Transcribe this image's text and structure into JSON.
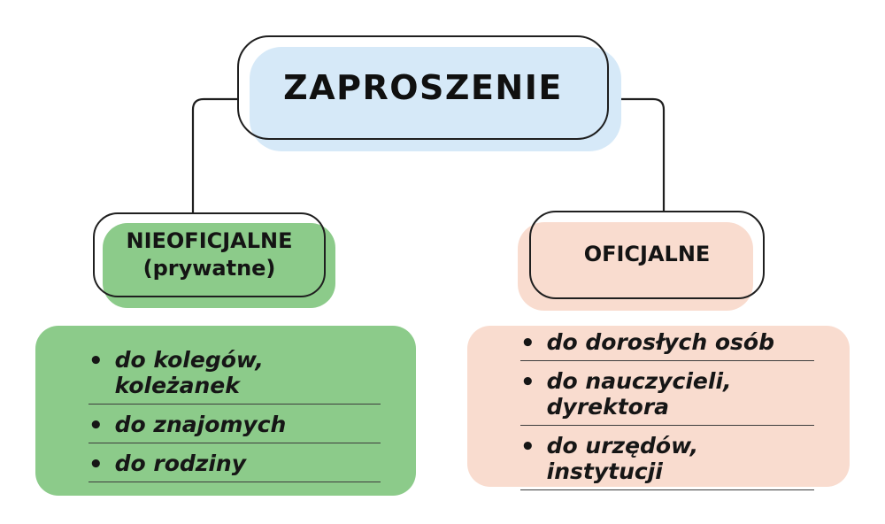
{
  "root": {
    "label": "ZAPROSZENIE"
  },
  "branches": [
    {
      "id": "nieoficjalne",
      "label_line1": "NIEOFICJALNE",
      "label_line2": "(prywatne)",
      "items": [
        "do kolegów, koleżanek",
        "do znajomych",
        "do rodziny"
      ]
    },
    {
      "id": "oficjalne",
      "label_line1": "OFICJALNE",
      "items": [
        "do dorosłych osób",
        "do nauczycieli, dyrektora",
        "do urzędów, instytucji"
      ]
    }
  ],
  "colors": {
    "root_fill": "#d6e9f8",
    "branch_informal_fill": "#8ccb8a",
    "branch_formal_fill": "#f9dccf",
    "line": "#1f1f1f",
    "text": "#111111"
  }
}
